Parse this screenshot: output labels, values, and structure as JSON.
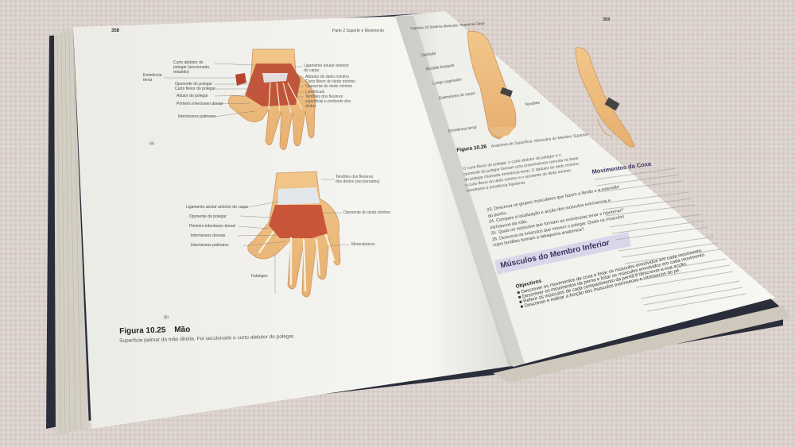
{
  "left_page": {
    "page_number": "358",
    "running_head": "Parte 2  Suporte e Movimento",
    "figure_a_labels_left": [
      "Eminência tenar",
      "Curto abdutor do polegar (seccionado, rebatido)",
      "Oponente do polegar",
      "Curto flexor do polegar",
      "Adutor do polegar",
      "Primeiro interósseo dorsal",
      "Interósseos palmares"
    ],
    "figure_a_labels_right": [
      "Ligamento anular anterior do carpo",
      "Abdutor do dedo mínimo",
      "Curto flexor do dedo mínimo",
      "Oponente do dedo mínimo",
      "Lumbricais",
      "Tendões dos flexores superficial e profundo dos dedos"
    ],
    "panel_a": "(a)",
    "figure_b_labels_left": [
      "Ligamento anular anterior do carpo",
      "Oponente do polegar",
      "Primeiro interósseo dorsal",
      "Interósseos dorsais",
      "Interósseos palmares",
      "Falanges"
    ],
    "figure_b_labels_right": [
      "Tendões dos flexores dos dedos (seccionados)",
      "Oponente do dedo mínimo",
      "Metacárpicos"
    ],
    "panel_b": "(b)",
    "caption_number": "Figura 10.25",
    "caption_title": "Mão",
    "caption_text": "Superfície palmar da mão direita. Foi seccionado o curto abdutor do polegar."
  },
  "right_page": {
    "running_head": "Capítulo 10  Sistema Muscular: Anatomia Geral",
    "page_number": "359",
    "figure_labels": [
      "Deltóide",
      "Bicípite braquial",
      "Longo supinador",
      "Extensores do carpo",
      "Tendões",
      "Eminência tenar"
    ],
    "caption_number": "Figura 10.26",
    "caption_title": "Anatomia de Superfície, Músculos do Membro Superior",
    "body_lines": [
      "O curto flexor do polegar, o curto abdutor do polegar e o",
      "oponente do polegar formam uma proeminência carnuda na base",
      "do polegar chamada eminência tenar. O abdutor do dedo mínimo,",
      "o curto flexor do dedo mínimo e o oponente do dedo mínimo",
      "constituem a eminência hipotenar."
    ],
    "questions": [
      "23. Descreva os grupos musculares que fazem a flexão e a extensão do punho.",
      "24. Compare a localização e acção dos músculos extrínsecos e intrínsecos da mão.",
      "25. Quais os músculos que formam as eminências tenar e hipotenar?",
      "26. Descreva os músculos que movem o polegar. Quais os músculos cujos tendões formam a tabaqueira anatómica?"
    ],
    "section_title": "Músculos do Membro Inferior",
    "objectives_title": "Objectivos",
    "objectives": [
      "Descrever os movimentos da coxa e listar os músculos envolvidos em cada movimento.",
      "Descrever os movimentos da perna e listar os músculos envolvidos em cada movimento.",
      "Referir os músculos de cada compartimento da perna e descrever a sua acção.",
      "Descrever e indicar a função dos músculos extrínsecos e intrínsecos do pé."
    ],
    "subsection_title": "Movimentos da Coxa"
  }
}
